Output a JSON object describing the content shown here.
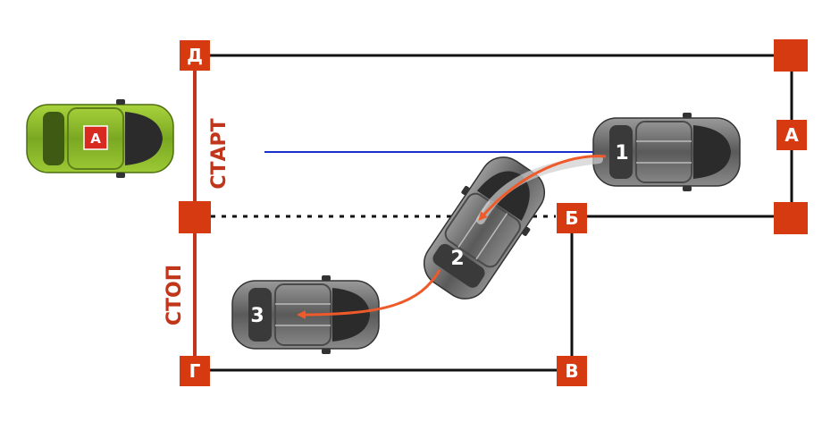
{
  "labels": {
    "start": "СТАРТ",
    "stop": "СТОП"
  },
  "posts": {
    "D": "Д",
    "A": "А",
    "B": "Б",
    "V": "В",
    "G": "Г"
  },
  "cars": {
    "position_1": "1",
    "position_2": "2",
    "position_3": "3",
    "badge": "А"
  },
  "colors": {
    "post": "#d63a10",
    "label": "#c1361a",
    "line": "#111111",
    "guide": "#1a2fd0",
    "arrow": "#ef5a2a",
    "car_body": "#6e6e6e",
    "car_green": "#8bbd2a"
  }
}
